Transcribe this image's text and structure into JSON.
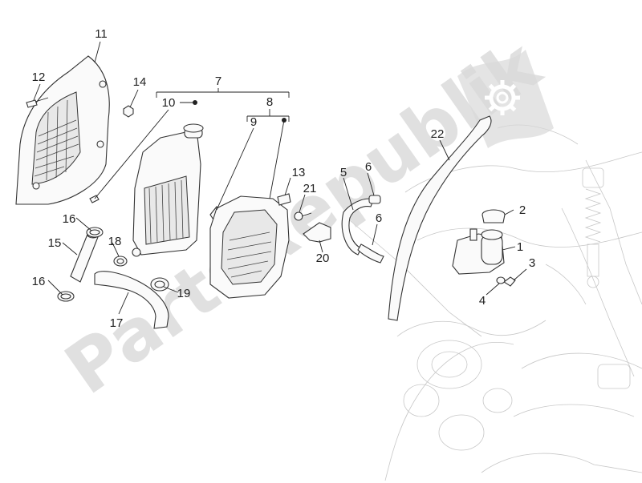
{
  "watermark": {
    "text": "PartsRepublik",
    "color": "#d6d6d6"
  },
  "labels": {
    "p1": "1",
    "p2": "2",
    "p3": "3",
    "p4": "4",
    "p5": "5",
    "p6a": "6",
    "p6b": "6",
    "p7": "7",
    "p8": "8",
    "p9": "9",
    "p10": "10",
    "p11": "11",
    "p12": "12",
    "p13": "13",
    "p14": "14",
    "p15": "15",
    "p16a": "16",
    "p16b": "16",
    "p17": "17",
    "p18": "18",
    "p19": "19",
    "p20": "20",
    "p21": "21",
    "p22": "22"
  },
  "icons": {
    "logo": "gear-icon"
  }
}
